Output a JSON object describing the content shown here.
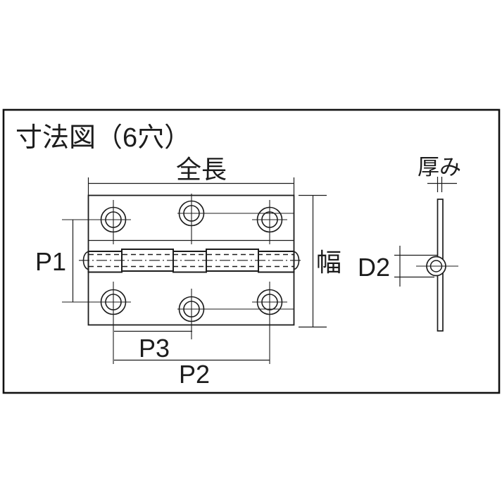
{
  "title": "寸法図（6穴）",
  "colors": {
    "line": "#1c1c1c",
    "background": "#ffffff"
  },
  "front_view": {
    "overall_length_label": "全長",
    "width_label": "幅",
    "pitch1_label": "P1",
    "pitch2_label": "P2",
    "pitch3_label": "P3"
  },
  "side_view": {
    "thickness_label": "厚み",
    "hole_diameter_label": "D2"
  }
}
